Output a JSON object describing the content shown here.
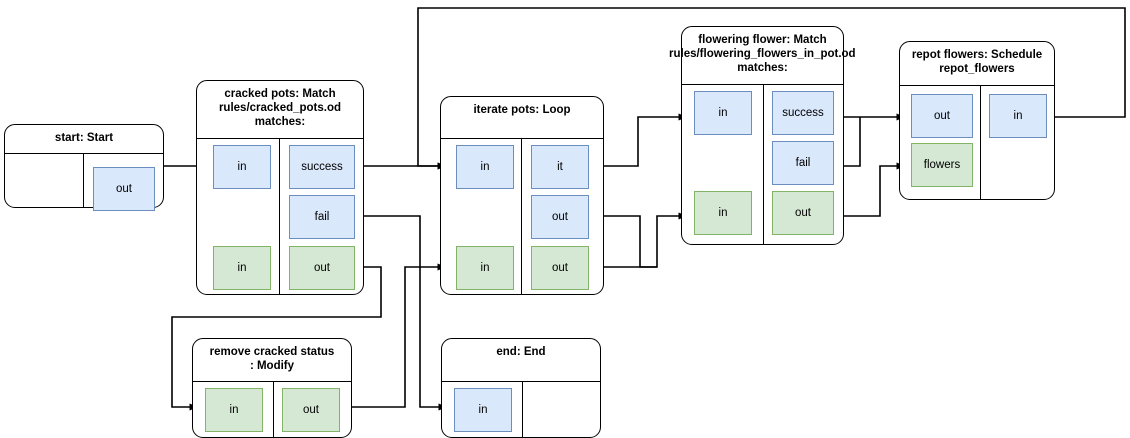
{
  "diagram": {
    "title": "workflow-graph",
    "colors": {
      "blue_fill": "#dae8fc",
      "blue_stroke": "#6c8ebf",
      "green_fill": "#d5e8d4",
      "green_stroke": "#82b366",
      "node_stroke": "#000000",
      "edge_stroke": "#000000",
      "background": "#ffffff"
    },
    "nodes": [
      {
        "id": "start",
        "title_lines": [
          "start: Start"
        ],
        "left_ports": [],
        "right_ports": [
          {
            "label": "out",
            "kind": "blue"
          }
        ]
      },
      {
        "id": "cracked-pots",
        "title_lines": [
          "cracked pots: Match",
          "rules/cracked_pots.od",
          "matches:"
        ],
        "left_ports": [
          {
            "label": "in",
            "kind": "blue"
          },
          {
            "label": "in",
            "kind": "green"
          }
        ],
        "right_ports": [
          {
            "label": "success",
            "kind": "blue"
          },
          {
            "label": "fail",
            "kind": "blue"
          },
          {
            "label": "out",
            "kind": "green"
          }
        ]
      },
      {
        "id": "iterate-pots",
        "title_lines": [
          "iterate pots: Loop"
        ],
        "left_ports": [
          {
            "label": "in",
            "kind": "blue"
          },
          {
            "label": "in",
            "kind": "green"
          }
        ],
        "right_ports": [
          {
            "label": "it",
            "kind": "blue"
          },
          {
            "label": "out",
            "kind": "blue"
          },
          {
            "label": "out",
            "kind": "green"
          }
        ]
      },
      {
        "id": "flowering-flower",
        "title_lines": [
          "flowering flower: Match",
          "rules/flowering_flowers_in_pot.od",
          "matches:"
        ],
        "left_ports": [
          {
            "label": "in",
            "kind": "blue"
          },
          {
            "label": "in",
            "kind": "green"
          }
        ],
        "right_ports": [
          {
            "label": "success",
            "kind": "blue"
          },
          {
            "label": "fail",
            "kind": "blue"
          },
          {
            "label": "out",
            "kind": "green"
          }
        ]
      },
      {
        "id": "repot-flowers",
        "title_lines": [
          "repot flowers: Schedule",
          "repot_flowers"
        ],
        "left_ports": [
          {
            "label": "out",
            "kind": "blue"
          },
          {
            "label": "flowers",
            "kind": "green"
          }
        ],
        "right_ports": [
          {
            "label": "in",
            "kind": "blue"
          }
        ]
      },
      {
        "id": "remove-cracked-status",
        "title_lines": [
          "remove cracked status",
          ": Modify"
        ],
        "left_ports": [
          {
            "label": "in",
            "kind": "green"
          }
        ],
        "right_ports": [
          {
            "label": "out",
            "kind": "green"
          }
        ]
      },
      {
        "id": "end",
        "title_lines": [
          "end: End"
        ],
        "left_ports": [
          {
            "label": "in",
            "kind": "blue"
          }
        ],
        "right_ports": []
      }
    ],
    "edges": [
      {
        "from": "start.out",
        "to": "cracked-pots.in"
      },
      {
        "from": "cracked-pots.success",
        "to": "iterate-pots.in"
      },
      {
        "from": "cracked-pots.fail",
        "to": "end.in"
      },
      {
        "from": "cracked-pots.out",
        "to": "remove-cracked-status.in"
      },
      {
        "from": "remove-cracked-status.out",
        "to": "iterate-pots.in-green"
      },
      {
        "from": "iterate-pots.it",
        "to": "flowering-flower.in"
      },
      {
        "from": "iterate-pots.out-blue",
        "to": "flowering-flower.in-green"
      },
      {
        "from": "iterate-pots.out-green",
        "to": "flowering-flower.in-green"
      },
      {
        "from": "flowering-flower.success",
        "to": "repot-flowers.out"
      },
      {
        "from": "flowering-flower.fail",
        "to": "repot-flowers.out"
      },
      {
        "from": "flowering-flower.out",
        "to": "repot-flowers.flowers"
      },
      {
        "from": "repot-flowers.in",
        "to": "iterate-pots.in"
      }
    ]
  }
}
